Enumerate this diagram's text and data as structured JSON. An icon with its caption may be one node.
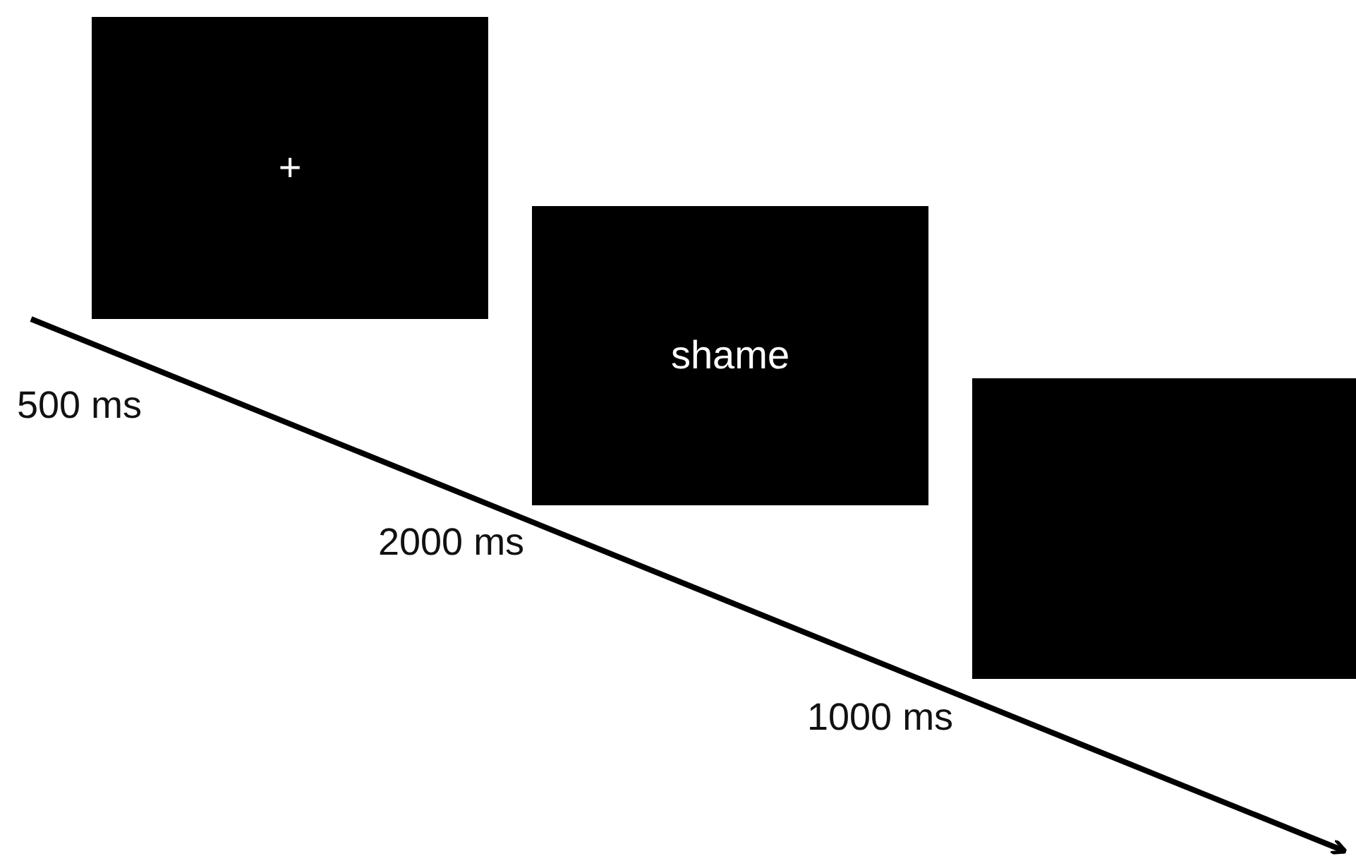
{
  "diagram": {
    "nodes": [
      {
        "text": [
          "+"
        ],
        "beside": [
          "500 ms"
        ]
      },
      {
        "text": [
          "shame"
        ],
        "beside": [
          "2000 ms"
        ]
      },
      {
        "text": [],
        "shape": "box",
        "beside": [
          "1000 ms"
        ]
      }
    ]
  }
}
